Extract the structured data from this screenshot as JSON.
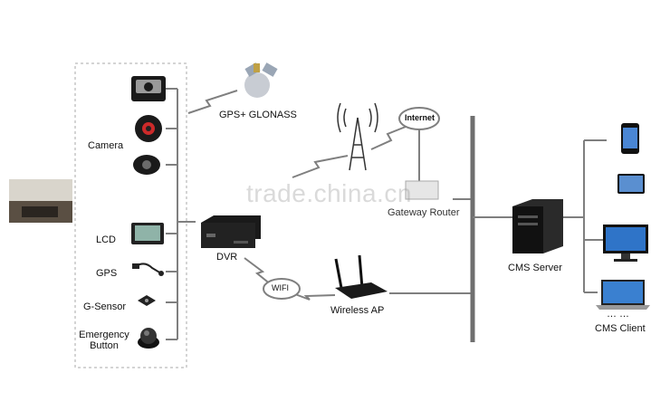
{
  "labels": {
    "camera": "Camera",
    "gps_glonass": "GPS+ GLONASS",
    "internet": "Internet",
    "lcd": "LCD",
    "gps": "GPS",
    "g_sensor": "G-Sensor",
    "emergency_line1": "Emergency",
    "emergency_line2": "Button",
    "dvr": "DVR",
    "wifi": "WIFI",
    "wireless_ap": "Wireless AP",
    "gateway_router": "Gateway Router",
    "cms_server": "CMS Server",
    "cms_client": "CMS Client",
    "client_ellipsis": "… …"
  },
  "watermark": "trade.china.cn",
  "colors": {
    "line": "#7f7f7f",
    "backbone": "#6f6f6f",
    "dashed_box": "#a8a8a8",
    "device_dark": "#1a1a1a",
    "screen_blue": "#2f74c8"
  }
}
